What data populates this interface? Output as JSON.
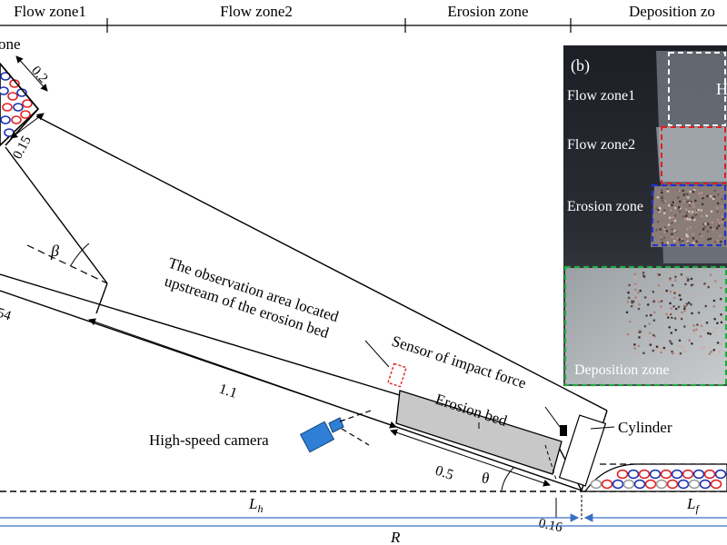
{
  "zones": {
    "flow1": "Flow zone1",
    "flow2": "Flow zone2",
    "erosion": "Erosion zone",
    "deposition": "Deposition zo"
  },
  "hopper_label": "one",
  "dims": {
    "d_02": "0.2",
    "d_015": "0.15",
    "d_64": "54",
    "d_11": "1.1",
    "d_05": "0.5",
    "d_016": "0.16"
  },
  "symbols": {
    "beta": "β",
    "theta": "θ",
    "Lh_main": "L",
    "Lh_sub": "h",
    "Lf_main": "L",
    "Lf_sub": "f",
    "R": "R"
  },
  "labels": {
    "observation_line1": "The observation area located",
    "observation_line2": "upstream of the erosion bed",
    "sensor_line1": "Sensor of impact force",
    "erosion_bed_line1": "Erosion bed",
    "cylinder": "Cylinder",
    "camera": "High-speed camera"
  },
  "photo": {
    "panel": "(b)",
    "flow1": "Flow zone1",
    "flow2": "Flow zone2",
    "erosion": "Erosion zone",
    "deposition": "Deposition zone",
    "edge_char": "H"
  },
  "colors": {
    "blue": "#3a6fc4",
    "camera": "#2f7fd6",
    "red_particle": "#e02020",
    "blue_particle": "#1a2fb0",
    "bed_fill": "#c8c8c8",
    "dash_red": "#e02020",
    "dash_blue": "#2233cc",
    "dash_green": "#22aa44"
  }
}
